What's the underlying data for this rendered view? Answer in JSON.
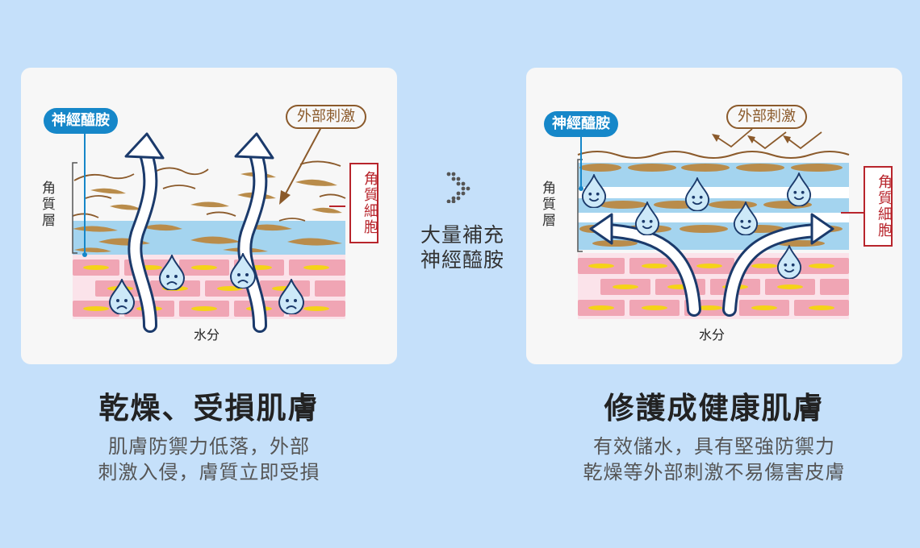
{
  "left": {
    "ceramide_tag": "神經醯胺",
    "stimulus_tag": "外部刺激",
    "stratum_label": "角質層",
    "cell_tag": "角質細胞",
    "water_label": "水分",
    "heading": "乾燥、受損肌膚",
    "description": [
      "肌膚防禦力低落，外部",
      "刺激入侵，膚質立即受損"
    ]
  },
  "right": {
    "ceramide_tag": "神經醯胺",
    "stimulus_tag": "外部刺激",
    "stratum_label": "角質層",
    "cell_tag": "角質細胞",
    "water_label": "水分",
    "heading": "修護成健康肌膚",
    "description": [
      "有效儲水，具有堅強防禦力",
      "乾燥等外部刺激不易傷害皮膚"
    ]
  },
  "middle": {
    "text": [
      "大量補充",
      "神經醯胺"
    ],
    "arrow_icon": "dotted-chevron-right-icon"
  },
  "colors": {
    "background": "#c5e0fa",
    "ceramide_blue": "#1687c9",
    "stimulus_brown": "#8b5a2b",
    "cell_red": "#b8252c",
    "skin_pink": "#f0a5b4",
    "nucleus_yellow": "#f5d318",
    "water_blue": "#a4d4ef",
    "flake_brown": "#b98c4b"
  }
}
